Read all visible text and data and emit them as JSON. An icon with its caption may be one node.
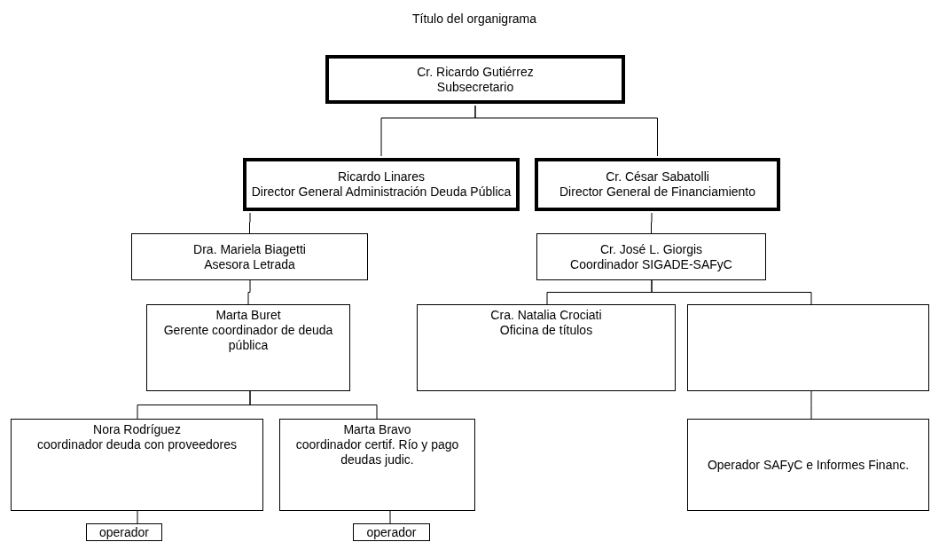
{
  "diagram": {
    "title": "Título del organigrama",
    "nodes": [
      {
        "text": [
          "Cr. Ricardo Gutiérrez",
          "Subsecretario"
        ]
      },
      {
        "text": [
          "Ricardo Linares",
          "Director General Administración Deuda Pública"
        ]
      },
      {
        "text": [
          "Cr. César Sabatolli",
          "Director General de Financiamiento"
        ]
      },
      {
        "text": [
          "Dra. Mariela Biagetti",
          "Asesora Letrada"
        ]
      },
      {
        "text": [
          "Cr. José L. Giorgis",
          "Coordinador SIGADE-SAFyC"
        ]
      },
      {
        "text": [
          "Marta Buret",
          "Gerente coordinador de deuda pública"
        ]
      },
      {
        "text": [
          "Cra. Natalia Crociati",
          "Oficina de títulos"
        ]
      },
      {
        "text": [],
        "shape": "box"
      },
      {
        "text": [
          "Nora Rodríguez",
          "coordinador deuda con proveedores"
        ]
      },
      {
        "text": [
          "Marta Bravo",
          "coordinador certif. Río y pago deudas judic."
        ]
      },
      {
        "text": [
          "Operador SAFyC e Informes Financ."
        ]
      },
      {
        "text": [
          "operador"
        ]
      },
      {
        "text": [
          "operador"
        ]
      }
    ],
    "edges": [
      {
        "from": 0,
        "to": 1,
        "arrow": "none"
      },
      {
        "from": 0,
        "to": 2,
        "arrow": "none"
      },
      {
        "from": 1,
        "to": 3,
        "arrow": "none"
      },
      {
        "from": 3,
        "to": 5,
        "arrow": "none"
      },
      {
        "from": 2,
        "to": 4,
        "arrow": "none"
      },
      {
        "from": 4,
        "to": 6,
        "arrow": "none"
      },
      {
        "from": 4,
        "to": 7,
        "arrow": "none"
      },
      {
        "from": 5,
        "to": 8,
        "arrow": "none"
      },
      {
        "from": 5,
        "to": 9,
        "arrow": "none"
      },
      {
        "from": 7,
        "to": 10,
        "arrow": "none"
      },
      {
        "from": 8,
        "to": 11,
        "arrow": "none"
      },
      {
        "from": 9,
        "to": 12,
        "arrow": "none"
      }
    ]
  }
}
